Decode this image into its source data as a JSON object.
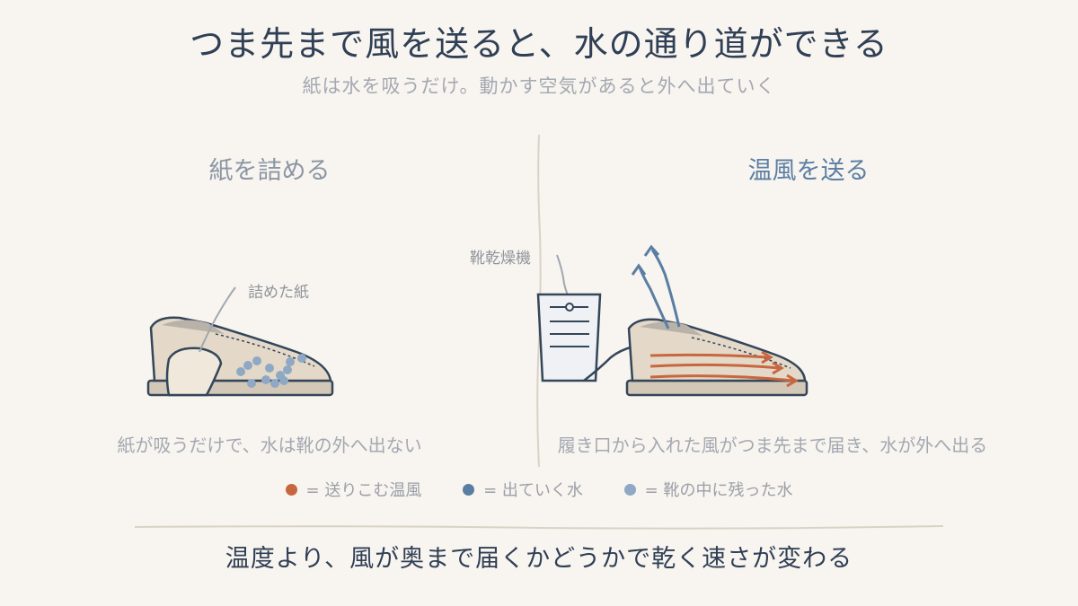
{
  "title": "つま先まで風を送ると、水の通り道ができる",
  "subtitle": "紙は水を吸うだけ。動かす空気があると外へ出ていく",
  "left": {
    "heading": "紙を詰める",
    "paper_label": "詰めた紙",
    "caption": "紙が吸うだけで、水は靴の外へ出ない"
  },
  "right": {
    "heading": "温風を送る",
    "dryer_label": "靴乾燥機",
    "caption": "履き口から入れた風がつま先まで届き、水が外へ出る"
  },
  "legend": [
    {
      "label": "= 送りこむ温風",
      "color": "#c8673f"
    },
    {
      "label": "= 出ていく水",
      "color": "#5a7ea3"
    },
    {
      "label": "= 靴の中に残った水",
      "color": "#8fa8c4"
    }
  ],
  "conclusion": "温度より、風が奥まで届くかどうかで乾く速さが変わる",
  "colors": {
    "shoe_fill": "#e4d9c8",
    "sole": "#d3c8b7",
    "outline": "#34465a",
    "warm_air": "#c8673f",
    "water_out": "#5a7ea3",
    "water_left": "#8fa8c4"
  }
}
